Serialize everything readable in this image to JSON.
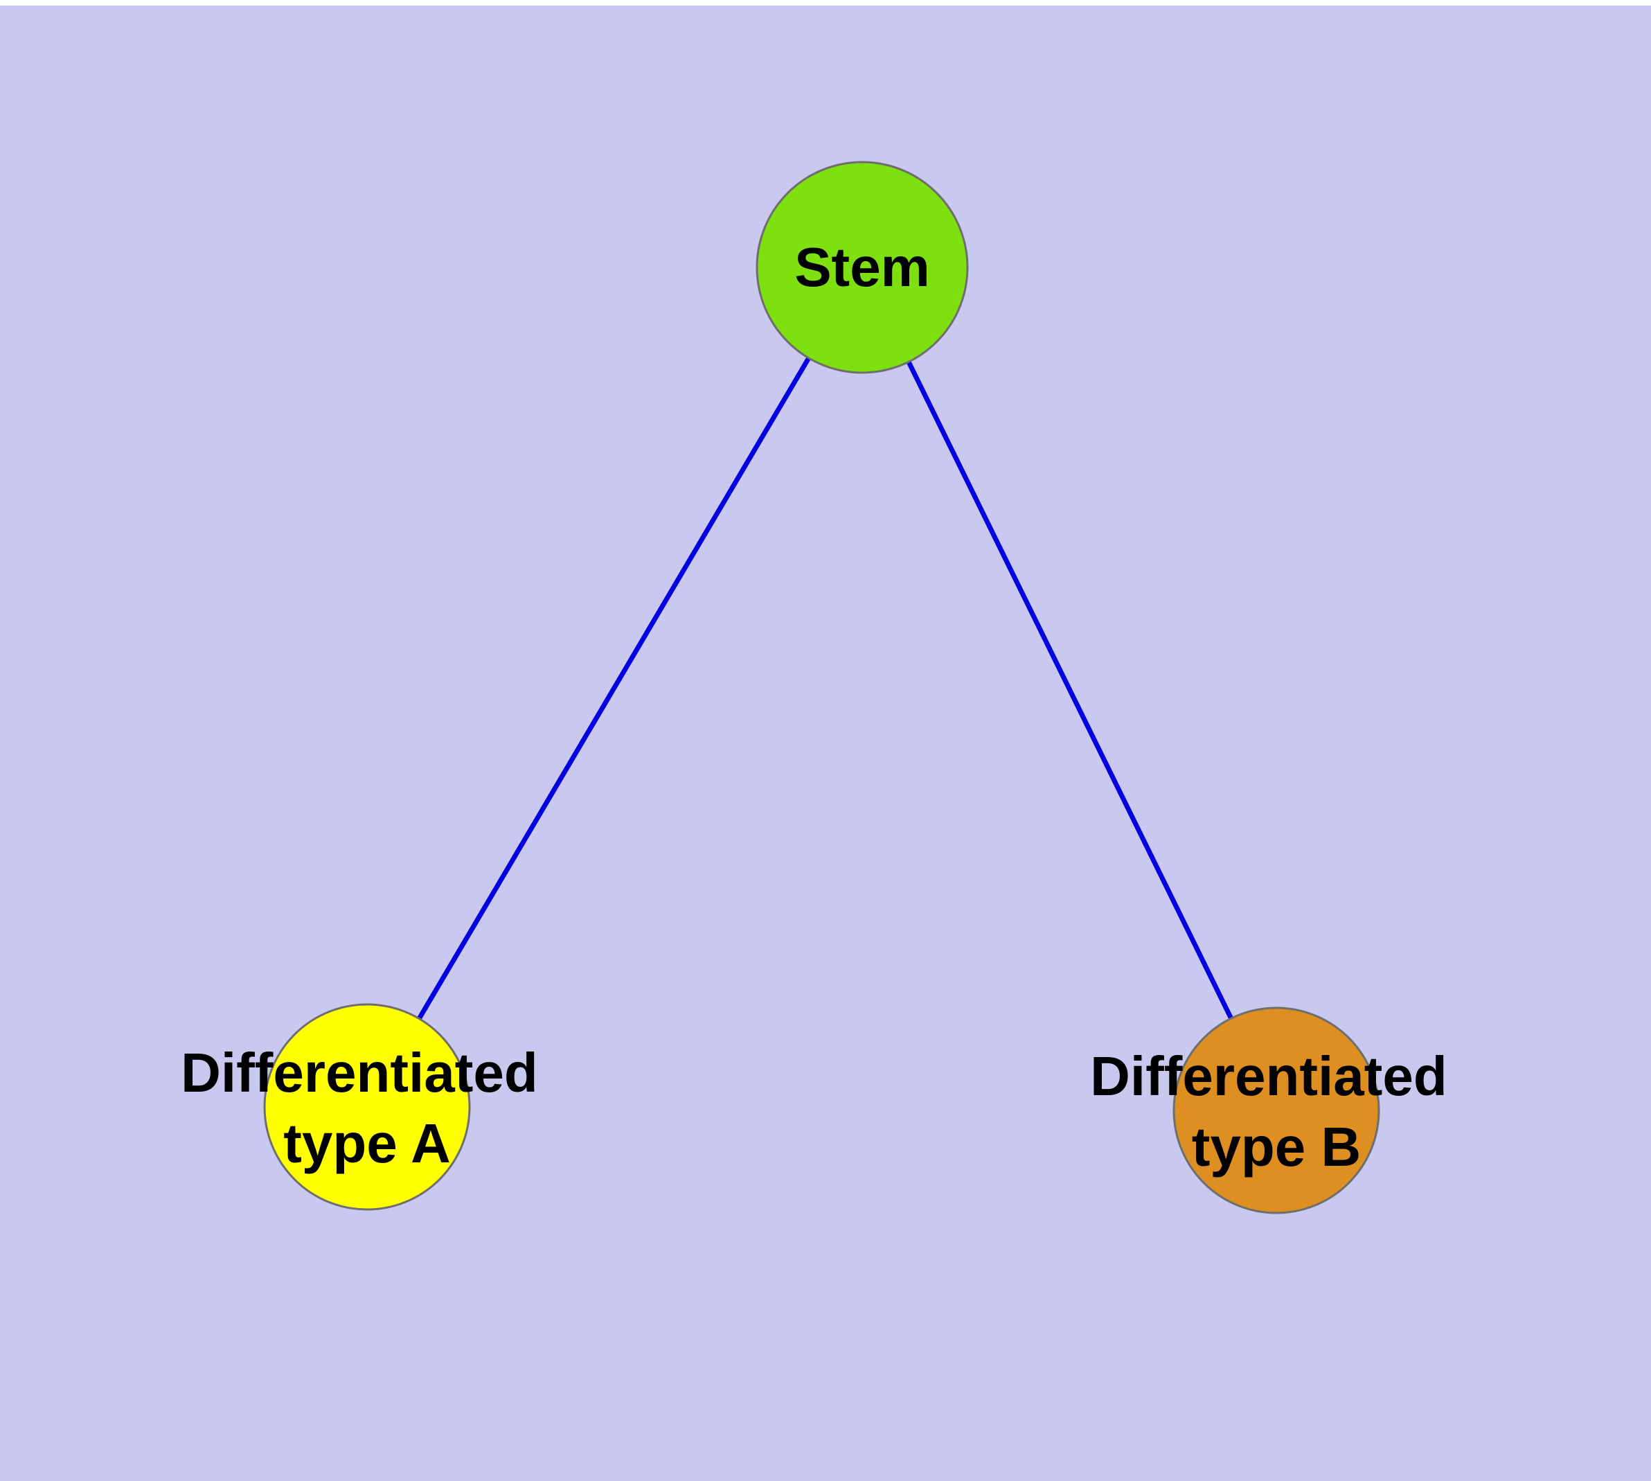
{
  "diagram": {
    "type": "node-link-tree",
    "description": "Stem cell differentiation diagram: a stem node branching into two differentiated cell types"
  },
  "nodes": {
    "stem": {
      "label": "Stem",
      "color": "#7fe010"
    },
    "typeA": {
      "label_line1": "Differentiated",
      "label_line2": "type A",
      "color": "#ffff00"
    },
    "typeB": {
      "label_line1": "Differentiated",
      "label_line2": "type B",
      "color": "#de8f21"
    }
  },
  "edges": {
    "color": "#0000e0"
  },
  "colors": {
    "background": "#c9c9f0",
    "node_border": "#6e6e6e",
    "label_text": "#000000"
  }
}
